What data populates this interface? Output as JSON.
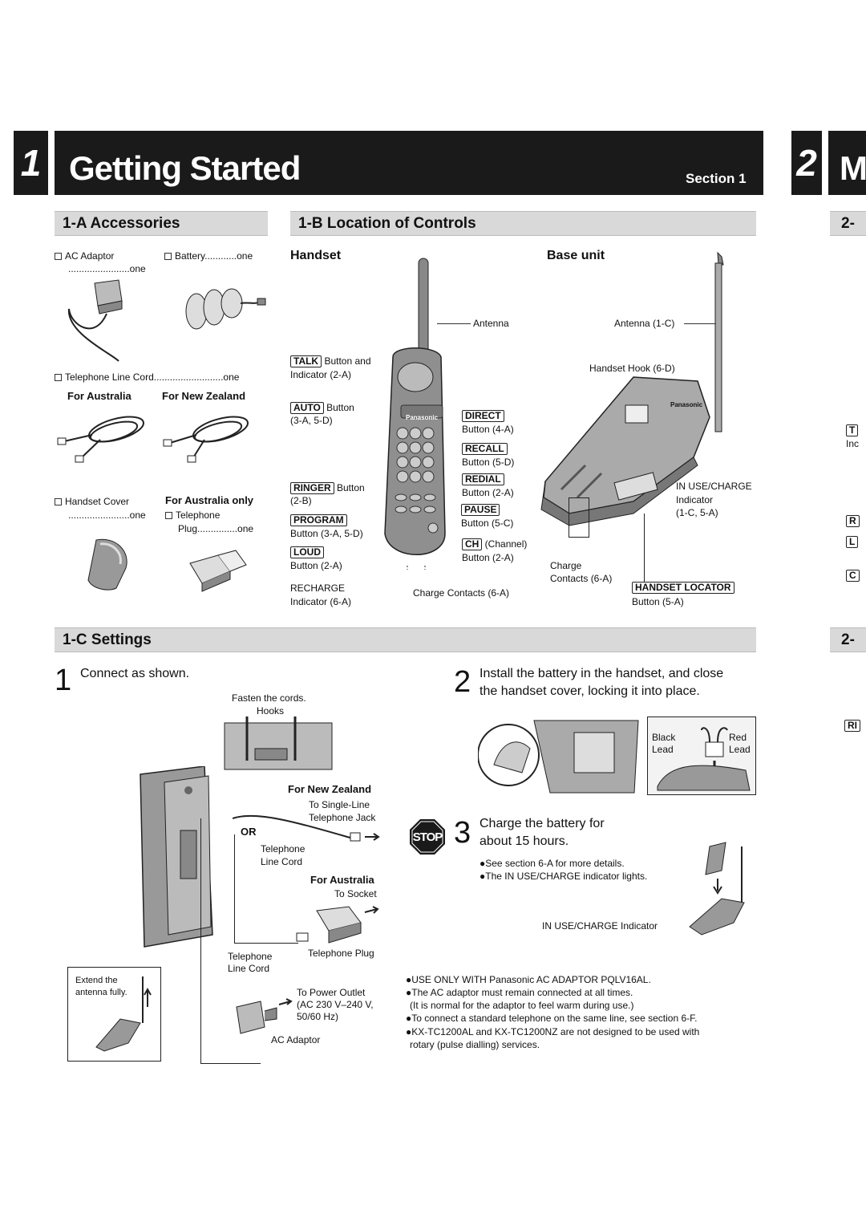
{
  "header": {
    "section_num": "1",
    "title": "Getting Started",
    "section_label": "Section 1",
    "next_num": "2",
    "next_title": "M"
  },
  "sec_a": {
    "title": "1-A  Accessories",
    "ac_adaptor": "AC Adaptor",
    "ac_qty": ".......................one",
    "battery": "Battery............one",
    "line_cord": "Telephone Line Cord..........................one",
    "for_australia": "For Australia",
    "for_nz": "For New Zealand",
    "handset_cover": "Handset Cover",
    "handset_cover_qty": ".......................one",
    "for_aus_only": "For Australia only",
    "telephone": "Telephone",
    "plug": "Plug...............one"
  },
  "sec_b": {
    "title": "1-B  Location of Controls",
    "handset": "Handset",
    "base_unit": "Base unit",
    "antenna": "Antenna",
    "talk_key": "TALK",
    "talk_text": " Button and",
    "talk_ind": "Indicator (2-A)",
    "auto_key": "AUTO",
    "auto_text": " Button",
    "auto_ref": "(3-A, 5-D)",
    "ringer_key": "RINGER",
    "ringer_text": " Button",
    "ringer_ref": "(2-B)",
    "program_key": "PROGRAM",
    "program_ref": "Button (3-A, 5-D)",
    "loud_key": "LOUD",
    "loud_ref": "Button (2-A)",
    "recharge": "RECHARGE",
    "recharge_ref": "Indicator (6-A)",
    "direct_key": "DIRECT",
    "direct_ref": "Button (4-A)",
    "recall_key": "RECALL",
    "recall_ref": "Button (5-D)",
    "redial_key": "REDIAL",
    "redial_ref": "Button (2-A)",
    "pause_key": "PAUSE",
    "pause_ref": "Button (5-C)",
    "ch_key": "CH",
    "ch_text": " (Channel)",
    "ch_ref": "Button (2-A)",
    "charge_contacts_h": "Charge Contacts (6-A)",
    "base_antenna": "Antenna (1-C)",
    "handset_hook": "Handset Hook (6-D)",
    "in_use": "IN USE/CHARGE",
    "in_use_ind": "Indicator",
    "in_use_ref": "(1-C, 5-A)",
    "charge": "Charge",
    "contacts": "Contacts (6-A)",
    "locator_key": "HANDSET LOCATOR",
    "locator_ref": "Button (5-A)",
    "brand": "Panasonic"
  },
  "sec_c": {
    "title": "1-C  Settings",
    "step1_num": "1",
    "step1": "Connect as shown.",
    "fasten": "Fasten the cords.",
    "hooks": "Hooks",
    "for_nz": "For New Zealand",
    "single_line": "To Single-Line",
    "tel_jack": "Telephone Jack",
    "or": "OR",
    "tel_cord_a": "Telephone",
    "tel_cord_b": "Line Cord",
    "for_aus": "For Australia",
    "to_socket": "To Socket",
    "tel_plug": "Telephone Plug",
    "tel_cord2_a": "Telephone",
    "tel_cord2_b": "Line Cord",
    "power_outlet": "To Power Outlet",
    "ac_range": "(AC 230 V–240 V,",
    "hz": "50/60 Hz)",
    "ac_adaptor": "AC Adaptor",
    "extend_a": "Extend the",
    "extend_b": "antenna fully.",
    "step2_num": "2",
    "step2_a": "Install the battery in the handset, and close",
    "step2_b": "the handset cover, locking it into place.",
    "black": "Black",
    "lead_l": "Lead",
    "red": "Red",
    "lead_r": "Lead",
    "stop": "STOP",
    "step3_num": "3",
    "step3_a": "Charge the battery for",
    "step3_b": "about 15 hours.",
    "note_a": "●See section 6-A for more details.",
    "note_b": "●The IN USE/CHARGE indicator lights.",
    "in_use_indicator": "IN USE/CHARGE Indicator",
    "warn1": "●USE ONLY WITH Panasonic AC ADAPTOR PQLV16AL.",
    "warn2": "●The AC adaptor must remain connected at all times.",
    "warn3": " (It is normal for the adaptor to feel warm during use.)",
    "warn4": "●To connect a standard telephone on the same line, see section 6-F.",
    "warn5": "●KX-TC1200AL and KX-TC1200NZ are not designed to be used with",
    "warn6": " rotary (pulse dialling) services."
  },
  "next_page": {
    "h1": "2-",
    "h2": "2-",
    "t": "T",
    "ind": "Inc",
    "r": "R",
    "l": "L",
    "c": "C",
    "ri": "RI"
  }
}
